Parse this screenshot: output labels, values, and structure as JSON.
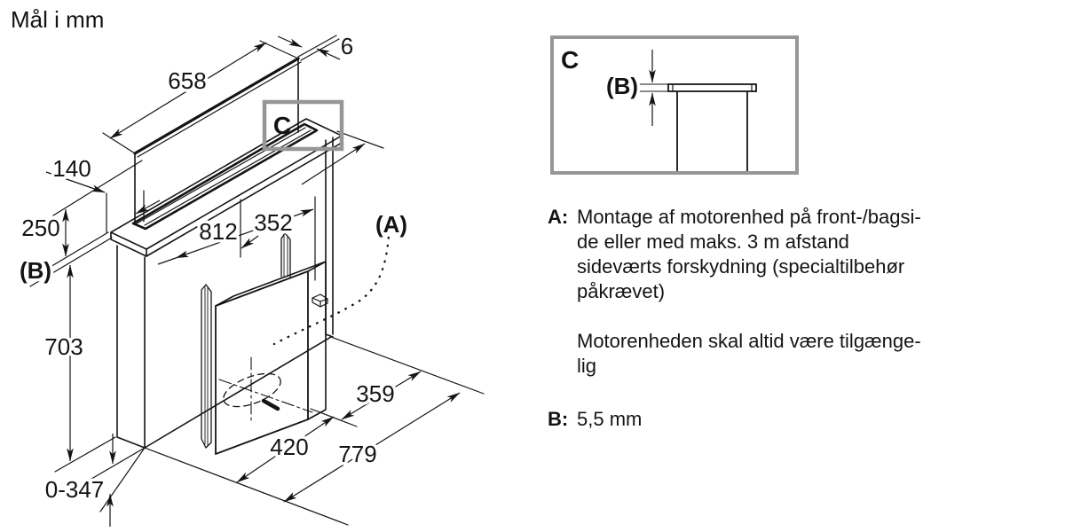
{
  "title": "Mål i mm",
  "colors": {
    "line": "#141414",
    "frame_gray": "#969696"
  },
  "drawing": {
    "dims": {
      "panel_width": "658",
      "panel_thickness": "6",
      "top_depth": "140",
      "upper_height": "250",
      "gap_ref": "(B)",
      "body_height": "703",
      "floor_clearance": "0-347",
      "cutout_length": "812",
      "side_offset": "352",
      "motor_ref": "(A)",
      "dist_right": "359",
      "dist_mid": "420",
      "dist_total": "779",
      "detail_ref": "C"
    }
  },
  "detail_c": {
    "label": "C",
    "dim_label": "(B)"
  },
  "notes": {
    "a_label": "A:",
    "a_lines": [
      "Montage af motorenhed på front-/bagsi-",
      "de eller med maks. 3 m afstand",
      "sideværts forskydning (specialtilbehør",
      "påkrævet)"
    ],
    "a_extra_lines": [
      "Motorenheden skal altid være tilgænge-",
      "lig"
    ],
    "b_label": "B:",
    "b_value": "5,5 mm"
  }
}
